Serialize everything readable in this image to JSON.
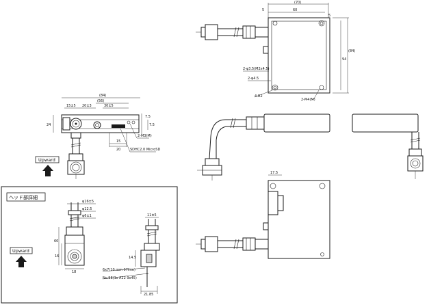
{
  "front_view": {
    "dim_total": "(84)",
    "dim_a": "15±5",
    "dim_b": "20±3",
    "dim_c": "(56)",
    "dim_d": "30±5",
    "dim_height": "24",
    "dim_depth": "7.5",
    "dim_screw": "2-M3(M)",
    "dim_connector_width": "20",
    "dim_card_slot": "15",
    "note_microsd": "SDHC2.0 MicroSD"
  },
  "upward_label_top": "Upward",
  "top_view": {
    "dim_width_total": "(70)",
    "dim_width_inner": "60",
    "dim_height_inner": "94",
    "dim_height_total": "(84)",
    "dim_corner": "5",
    "note_holes": "2-φ3.5(M2x4.5)",
    "note_slot": "2-φ4.5",
    "note_edge": "4-R2",
    "note_nut": "2-M4(M)"
  },
  "bottom_view": {
    "dim_small": "17.5"
  },
  "head_box": {
    "title": "ヘッド部詳細",
    "upward_label": "Upward",
    "dim_phi_top": "φ16±5",
    "dim_phi_mid": "φ12.5",
    "dim_phi_small": "φ6±1",
    "dim_length": "60",
    "dim_body": "16",
    "dim_width": "18",
    "dim_side_top": "11±5",
    "dim_side_mid": "14.5",
    "dim_side_bottom": "21.85",
    "note_cable_a": "6x7(10 mm 07line)",
    "note_cable_b": "No.98(1s A12 9x45)"
  }
}
